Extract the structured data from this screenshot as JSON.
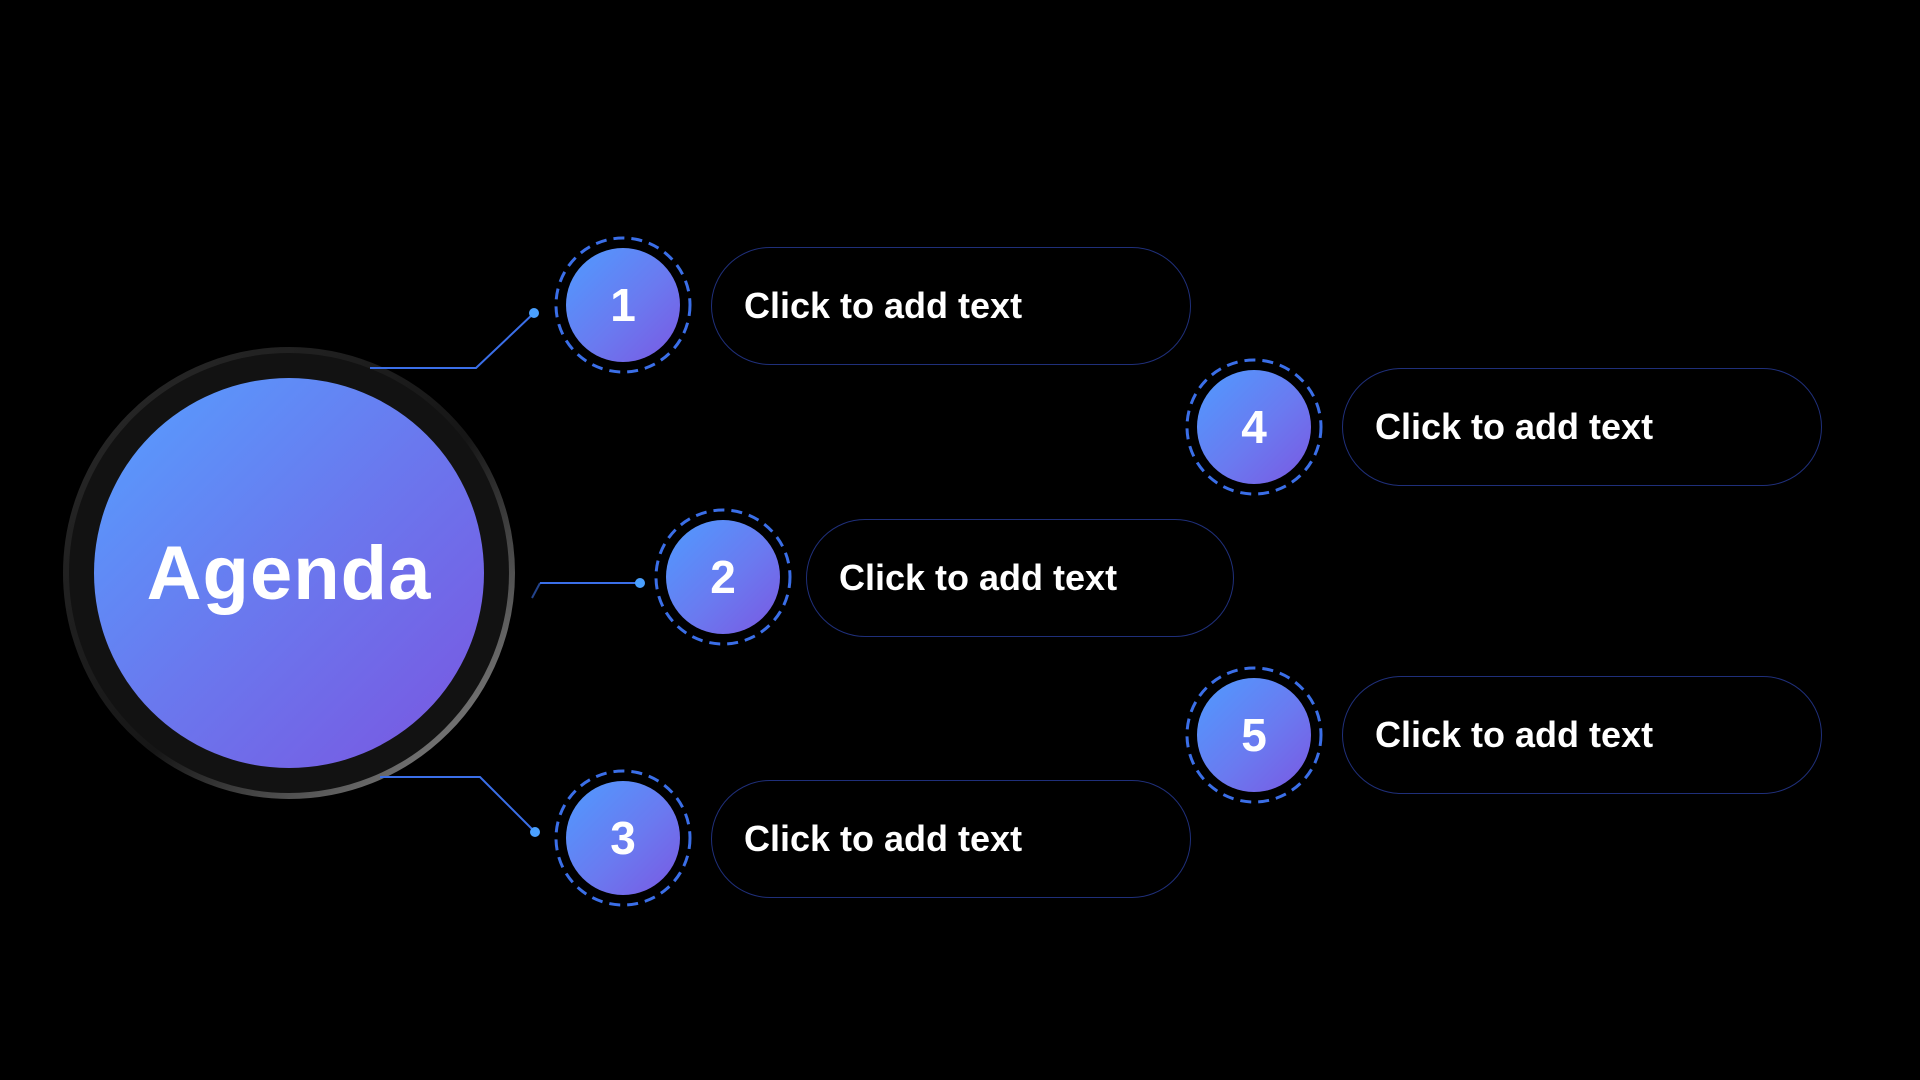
{
  "colors": {
    "background": "#000000",
    "gradient_start": "#55a0ff",
    "gradient_end": "#7a55e0",
    "accent_line": "#3b6fe8",
    "pill_border": "#1f2f7a"
  },
  "hub": {
    "title": "Agenda"
  },
  "items": [
    {
      "number": "1",
      "text": "Click to add text"
    },
    {
      "number": "2",
      "text": "Click to add text"
    },
    {
      "number": "3",
      "text": "Click to add text"
    },
    {
      "number": "4",
      "text": "Click to add text"
    },
    {
      "number": "5",
      "text": "Click to add text"
    }
  ]
}
